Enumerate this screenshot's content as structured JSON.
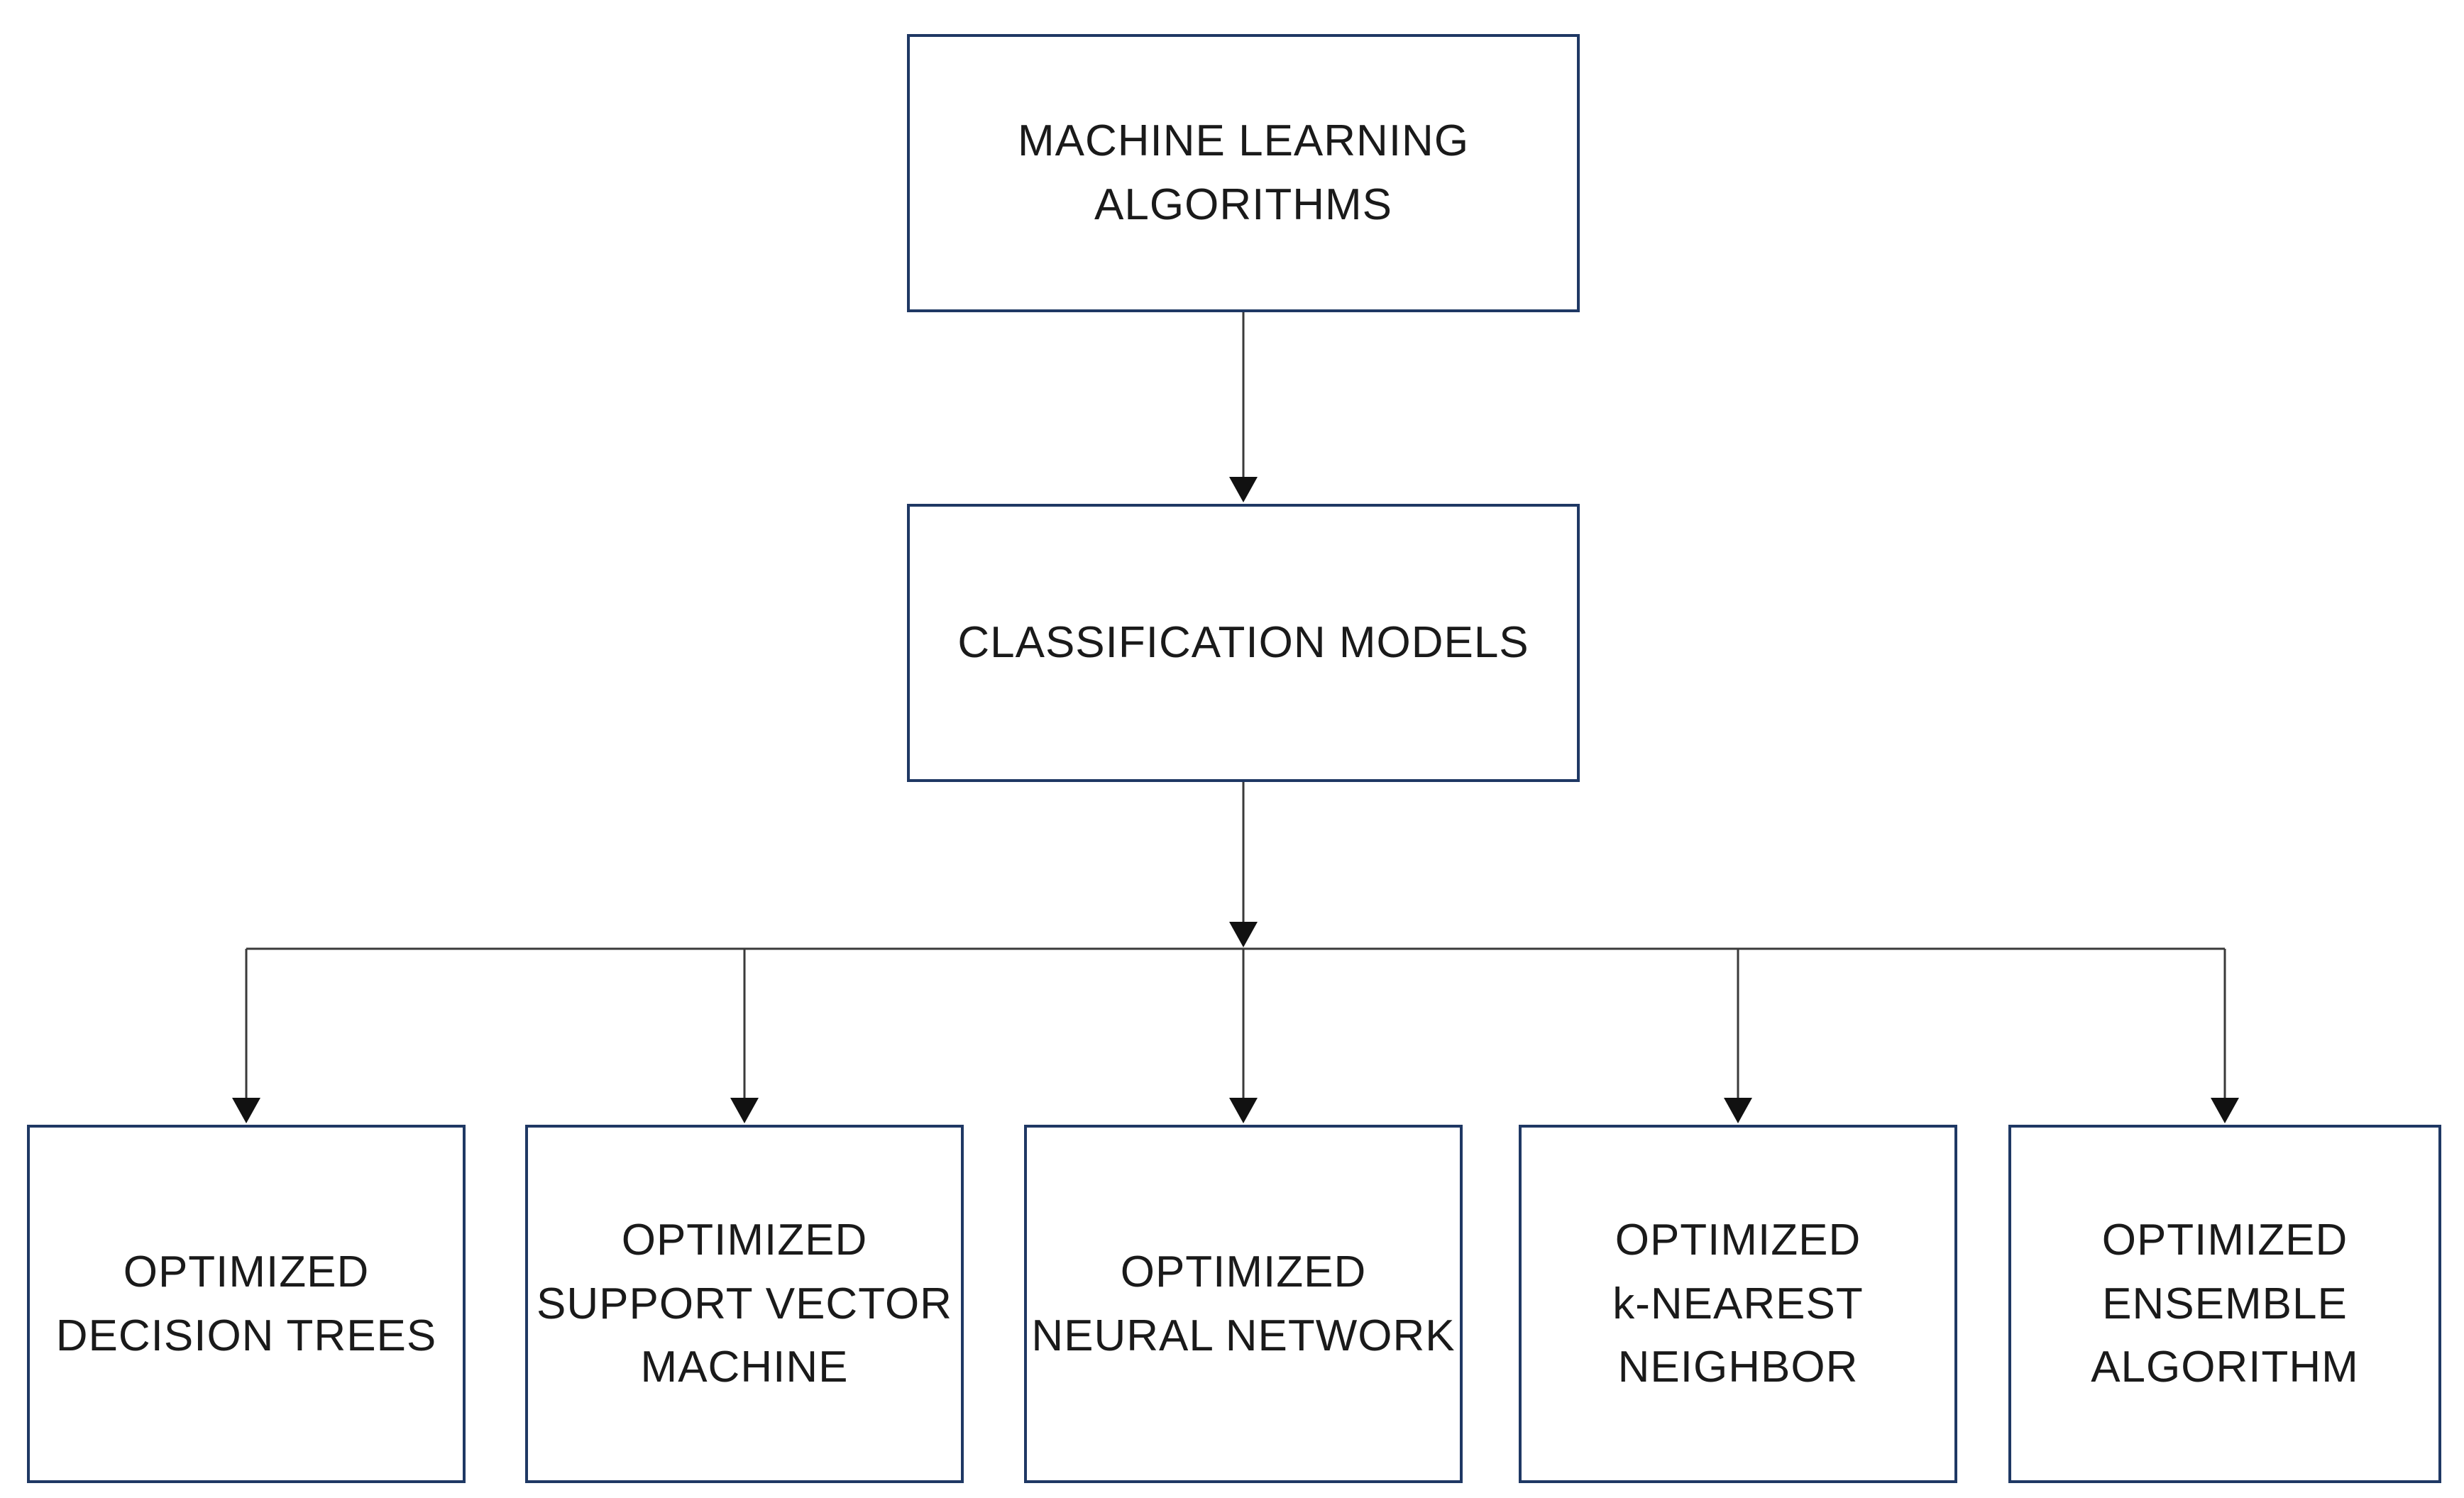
{
  "diagram": {
    "title": "Machine learning algorithms classification flowchart",
    "colors": {
      "background": "#ffffff",
      "box_border": "#1f3864",
      "box_fill": "#ffffff",
      "connector": "#3a3a3a",
      "arrowhead": "#111111",
      "text": "#1a1a1a"
    },
    "nodes": {
      "root": {
        "label": "MACHINE LEARNING ALGORITHMS",
        "lines": [
          "MACHINE LEARNING",
          "ALGORITHMS"
        ]
      },
      "classification": {
        "label": "CLASSIFICATION MODELS",
        "lines": [
          "CLASSIFICATION MODELS"
        ]
      },
      "children": [
        {
          "label": "OPTIMIZED DECISION TREES",
          "lines": [
            "OPTIMIZED",
            "DECISION TREES"
          ]
        },
        {
          "label": "OPTIMIZED SUPPORT VECTOR MACHINE",
          "lines": [
            "OPTIMIZED",
            "SUPPORT VECTOR",
            "MACHINE"
          ]
        },
        {
          "label": "OPTIMIZED NEURAL NETWORK",
          "lines": [
            "OPTIMIZED",
            "NEURAL NETWORK"
          ]
        },
        {
          "label": "OPTIMIZED k-NEAREST NEIGHBOR",
          "lines": [
            "OPTIMIZED",
            "k-NEAREST",
            "NEIGHBOR"
          ]
        },
        {
          "label": "OPTIMIZED ENSEMBLE ALGORITHM",
          "lines": [
            "OPTIMIZED",
            "ENSEMBLE",
            "ALGORITHM"
          ]
        }
      ]
    },
    "edges": [
      "root -> classification",
      "classification -> optimized decision trees",
      "classification -> optimized support vector machine",
      "classification -> optimized neural network",
      "classification -> optimized k-nearest neighbor",
      "classification -> optimized ensemble algorithm"
    ]
  }
}
